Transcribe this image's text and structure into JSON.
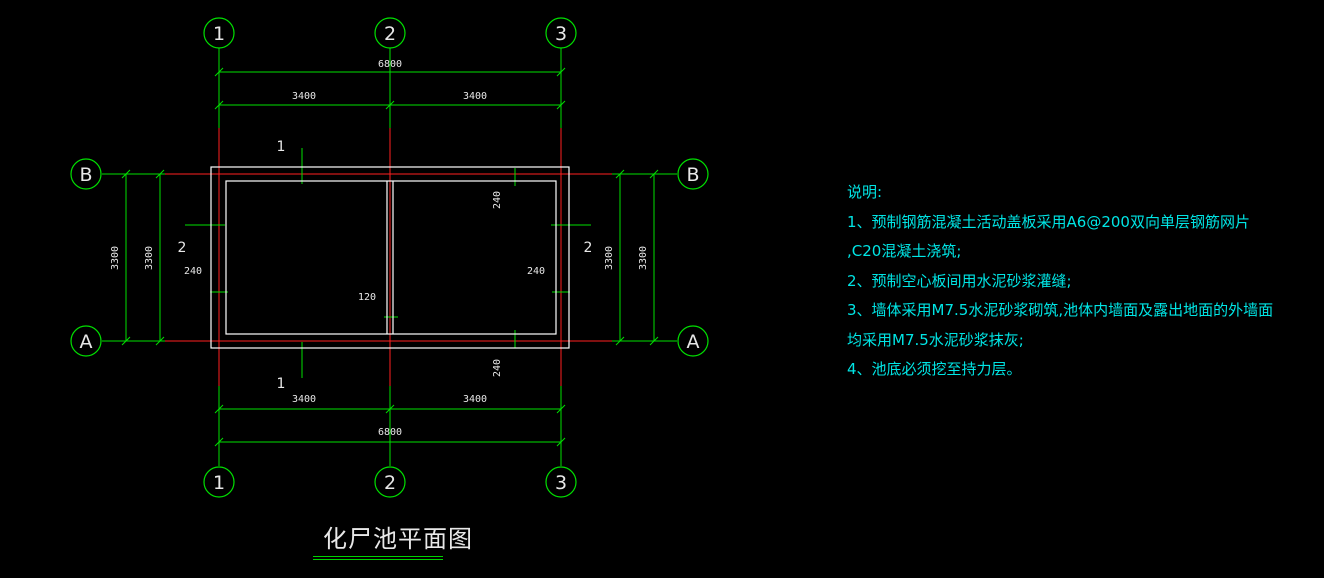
{
  "drawing": {
    "title": "化尸池平面图",
    "grid_columns": [
      "1",
      "2",
      "3"
    ],
    "grid_rows": [
      "B",
      "A"
    ],
    "dim_total": "6800",
    "dim_bays": [
      "3400",
      "3400"
    ],
    "dim_depth": "3300",
    "wall_thickness": "240",
    "partition_thickness": "120",
    "section_marks": [
      "1",
      "2"
    ]
  },
  "notes": {
    "heading": "说明:",
    "items": [
      "1、预制钢筋混凝土活动盖板采用A6@200双向单层钢筋网片",
      ",C20混凝土浇筑;",
      "2、预制空心板间用水泥砂浆灌缝;",
      "3、墙体采用M7.5水泥砂浆砌筑,池体内墙面及露出地面的外墙面",
      "均采用M7.5水泥砂浆抹灰;",
      "4、池底必须挖至持力层。"
    ]
  },
  "colors": {
    "background": "#000000",
    "dimension": "#00e000",
    "axis": "#ff2020",
    "wall": "#ffffff",
    "notes": "#00e5e5",
    "text": "#e8e8e8"
  }
}
